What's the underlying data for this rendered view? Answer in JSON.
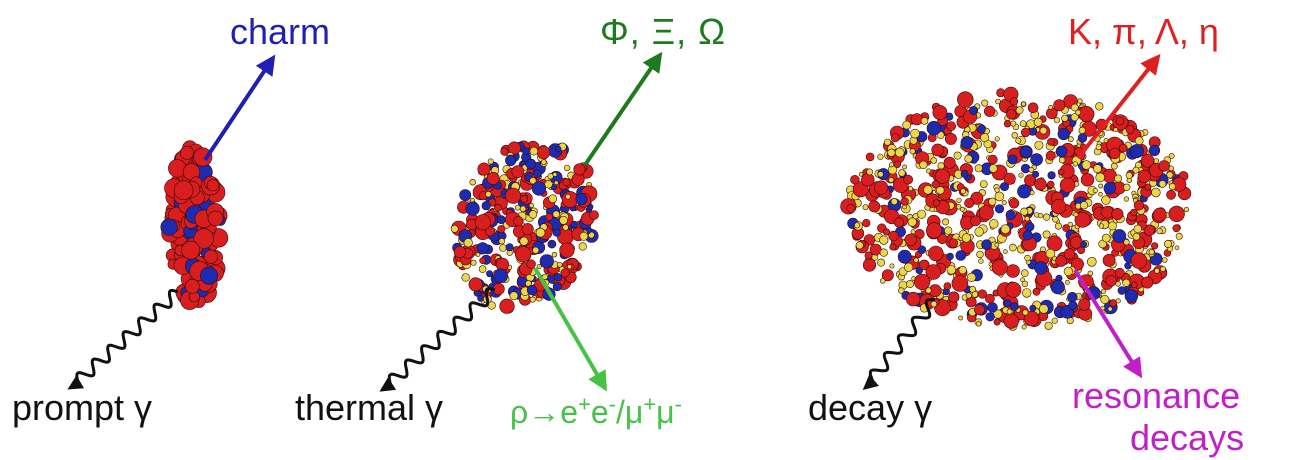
{
  "colors": {
    "charm": "#1f1fb4",
    "strange": "#1d7a1d",
    "dilepton": "#47c247",
    "hadrons": "#e02020",
    "resonance": "#c020c8",
    "text": "#111111",
    "proton": "#d81e1e",
    "neutron": "#1c2bb0",
    "pion": "#e9d84a"
  },
  "stage1": {
    "charm_label": "charm",
    "photon_label": "prompt γ"
  },
  "stage2": {
    "strange_label": "Φ, Ξ, Ω",
    "photon_label": "thermal γ",
    "dilepton_rho": "ρ→e",
    "dilepton_mid": "e",
    "dilepton_slash": "/μ",
    "dilepton_mu": "μ",
    "sup_plus": "+",
    "sup_minus": "-"
  },
  "stage3": {
    "hadrons_label": "K, π, Λ, η",
    "photon_label": "decay γ",
    "resonance_line1": "resonance",
    "resonance_line2": "decays"
  }
}
